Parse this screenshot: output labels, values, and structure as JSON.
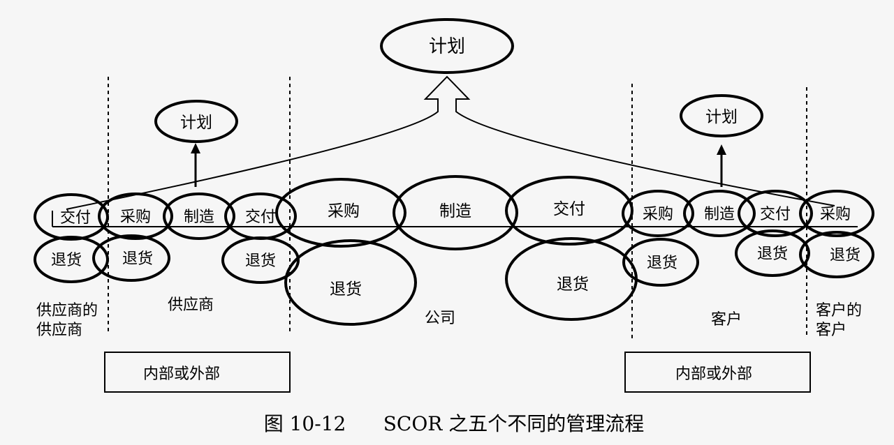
{
  "diagram": {
    "top_plan": "计划",
    "supplier_plan": "计划",
    "customer_plan": "计划",
    "supplier_of_supplier": {
      "deliver": "交付",
      "return": "退货",
      "label_line1": "供应商的",
      "label_line2": "供应商"
    },
    "supplier": {
      "source": "采购",
      "make": "制造",
      "deliver": "交付",
      "return_source": "退货",
      "return_deliver": "退货",
      "label": "供应商"
    },
    "company": {
      "source": "采购",
      "make": "制造",
      "deliver": "交付",
      "return_source": "退货",
      "return_deliver": "退货",
      "label": "公司"
    },
    "customer": {
      "source": "采购",
      "make": "制造",
      "deliver": "交付",
      "return_source": "退货",
      "return_deliver": "退货",
      "label": "客户"
    },
    "customer_of_customer": {
      "source": "采购",
      "return": "退货",
      "label_line1": "客户的",
      "label_line2": "客户"
    },
    "box_left": "内部或外部",
    "box_right": "内部或外部",
    "caption": "图 10-12      SCOR 之五个不同的管理流程"
  }
}
